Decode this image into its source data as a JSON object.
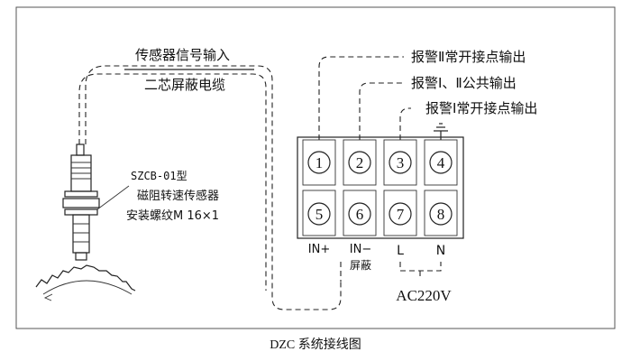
{
  "caption": "DZC 系统接线图",
  "signal_label": "传感器信号输入",
  "cable_label": "二芯屏蔽电缆",
  "sensor": {
    "model": "SZCB-01型",
    "name": "磁阻转速传感器",
    "thread": "安装螺纹M 16×1"
  },
  "alarms": {
    "a2_no": "报警Ⅱ常开接点输出",
    "common": "报警Ⅰ、Ⅱ公共输出",
    "a1_no": "报警Ⅰ常开接点输出"
  },
  "terminals": [
    "1",
    "2",
    "3",
    "4",
    "5",
    "6",
    "7",
    "8"
  ],
  "terminal_labels": {
    "in_plus": "IN+",
    "in_minus": "IN−",
    "shield": "屏蔽",
    "L": "L",
    "N": "N"
  },
  "power": "AC220V"
}
